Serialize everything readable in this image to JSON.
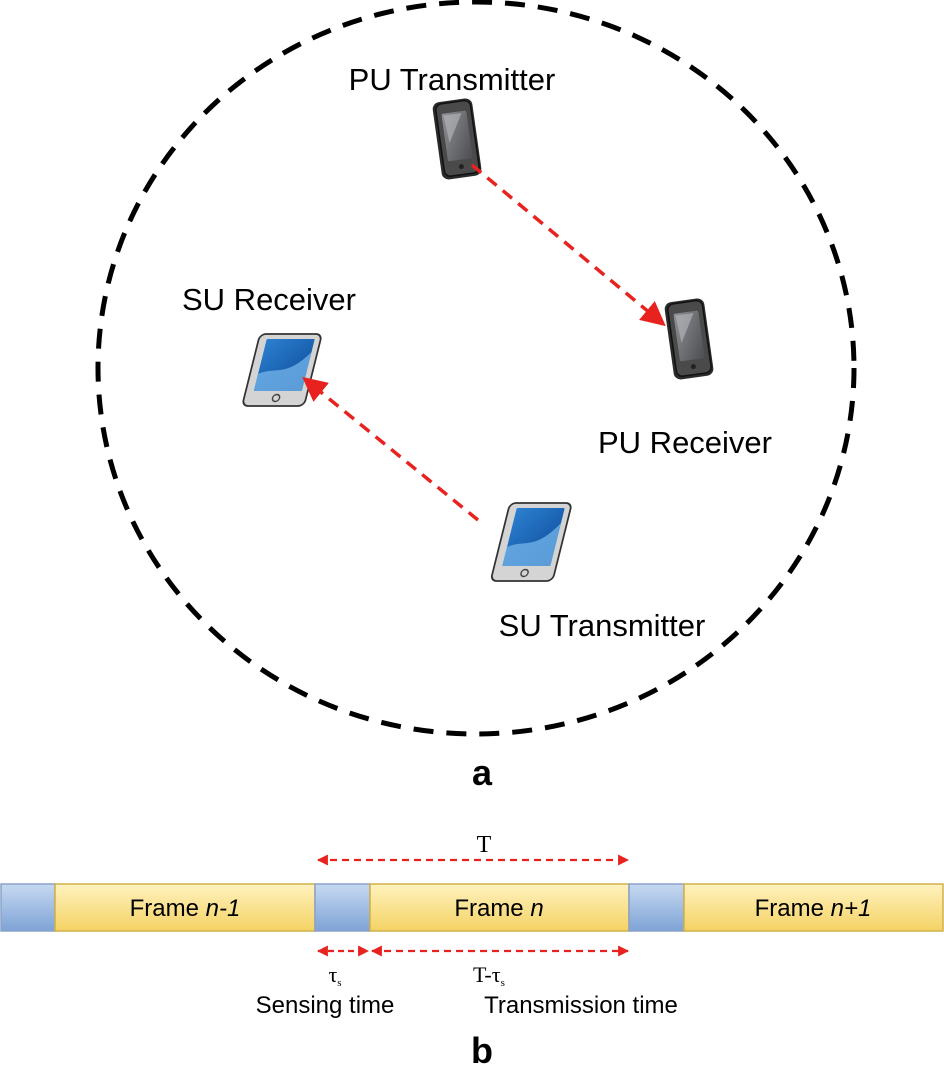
{
  "panel_a": {
    "caption": "a",
    "pu_transmitter_label": "PU Transmitter",
    "pu_receiver_label": "PU Receiver",
    "su_receiver_label": "SU Receiver",
    "su_transmitter_label": "SU Transmitter"
  },
  "panel_b": {
    "caption": "b",
    "frame_prefix": "Frame ",
    "frame_prev_index": "n-1",
    "frame_cur_index": "n",
    "frame_next_index": "n+1",
    "period_label": "T",
    "tau_symbol": "τ",
    "tau_subscript": "s",
    "transmission_prefix": "T-",
    "sensing_time_label": "Sensing time",
    "transmission_time_label": "Transmission time"
  },
  "colors": {
    "link_arrow": "#e8231f",
    "boundary": "#000000",
    "sensing_slot": "#8fb3e0",
    "frame_fill": "#f7dc7c",
    "slot_border": "#8aa2c8"
  }
}
